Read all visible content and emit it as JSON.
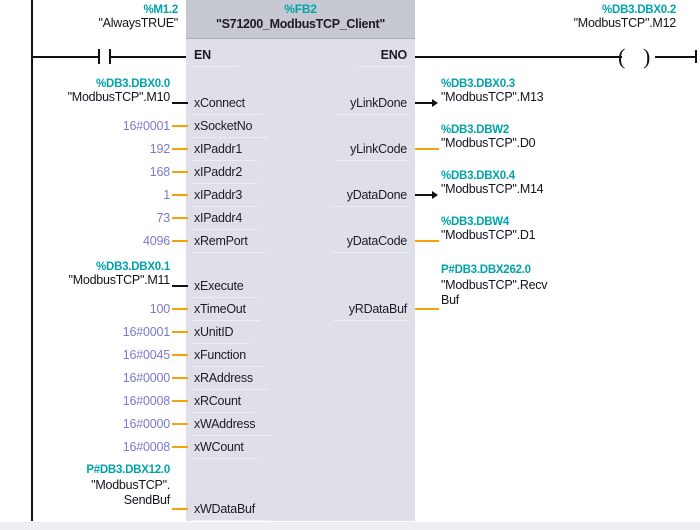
{
  "editor": {
    "kind": "ladder-logic-network",
    "rail_color": "#111111",
    "constant_wire_color": "#f7a10a",
    "signal_wire_color": "#111111",
    "address_color": "#00a3aa",
    "constant_color": "#7a7ad0",
    "block_body_color": "#dedfe7",
    "block_header_color": "#c6c8d2"
  },
  "block": {
    "number": "%FB2",
    "instance_name": "\"S71200_ModbusTCP_Client\"",
    "en_label": "EN",
    "eno_label": "ENO"
  },
  "rung": {
    "contact": {
      "address": "%M1.2",
      "tag": "\"AlwaysTRUE\"",
      "type": "normally-open-contact"
    },
    "coil": {
      "address": "%DB3.DBX0.2",
      "tag": "\"ModbusTCP\".M12",
      "type": "output-coil",
      "glyph_open": "(",
      "glyph_close": ")"
    }
  },
  "inputs": [
    {
      "pin": "xConnect",
      "address": "%DB3.DBX0.0",
      "tag": "\"ModbusTCP\".M10",
      "wire": "signal"
    },
    {
      "pin": "xSocketNo",
      "value": "16#0001",
      "wire": "constant"
    },
    {
      "pin": "xIPaddr1",
      "value": "192",
      "wire": "constant"
    },
    {
      "pin": "xIPaddr2",
      "value": "168",
      "wire": "constant"
    },
    {
      "pin": "xIPaddr3",
      "value": "1",
      "wire": "constant"
    },
    {
      "pin": "xIPaddr4",
      "value": "73",
      "wire": "constant"
    },
    {
      "pin": "xRemPort",
      "value": "4096",
      "wire": "constant"
    },
    {
      "pin": "xExecute",
      "address": "%DB3.DBX0.1",
      "tag": "\"ModbusTCP\".M11",
      "wire": "signal"
    },
    {
      "pin": "xTimeOut",
      "value": "100",
      "wire": "constant"
    },
    {
      "pin": "xUnitID",
      "value": "16#0001",
      "wire": "constant"
    },
    {
      "pin": "xFunction",
      "value": "16#0045",
      "wire": "constant"
    },
    {
      "pin": "xRAddress",
      "value": "16#0000",
      "wire": "constant"
    },
    {
      "pin": "xRCount",
      "value": "16#0008",
      "wire": "constant"
    },
    {
      "pin": "xWAddress",
      "value": "16#0000",
      "wire": "constant"
    },
    {
      "pin": "xWCount",
      "value": "16#0008",
      "wire": "constant"
    },
    {
      "pin": "xWDataBuf",
      "address": "P#DB3.DBX12.0",
      "tag_line1": "\"ModbusTCP\".",
      "tag_line2": "SendBuf",
      "wire": "constant"
    }
  ],
  "outputs": [
    {
      "pin": "yLinkDone",
      "address": "%DB3.DBX0.3",
      "tag": "\"ModbusTCP\".M13",
      "wire": "signal"
    },
    {
      "pin": "yLinkCode",
      "address": "%DB3.DBW2",
      "tag": "\"ModbusTCP\".D0",
      "wire": "constant"
    },
    {
      "pin": "yDataDone",
      "address": "%DB3.DBX0.4",
      "tag": "\"ModbusTCP\".M14",
      "wire": "signal"
    },
    {
      "pin": "yDataCode",
      "address": "%DB3.DBW4",
      "tag": "\"ModbusTCP\".D1",
      "wire": "constant"
    },
    {
      "pin": "yRDataBuf",
      "address": "P#DB3.DBX262.0",
      "tag_line1": "\"ModbusTCP\".Recv",
      "tag_line2": "Buf",
      "wire": "constant"
    }
  ]
}
